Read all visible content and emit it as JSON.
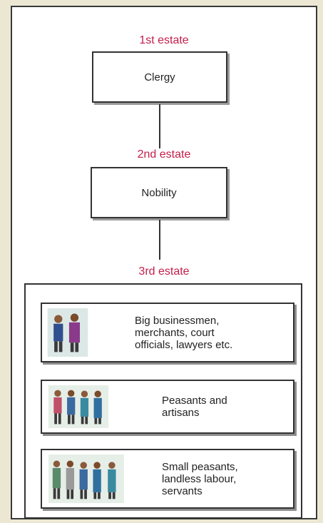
{
  "estates": [
    {
      "label": "1st estate",
      "box": "Clergy"
    },
    {
      "label": "2nd estate",
      "box": "Nobility"
    }
  ],
  "third_estate": {
    "label": "3rd estate",
    "groups": [
      {
        "icon": "people-figures-icon",
        "lines": [
          "Big businessmen,",
          "merchants, court",
          "officials, lawyers etc."
        ]
      },
      {
        "icon": "people-figures-icon",
        "lines": [
          "Peasants and",
          "artisans"
        ]
      },
      {
        "icon": "people-figures-icon",
        "lines": [
          "Small peasants,",
          "landless labour,",
          "servants"
        ]
      }
    ]
  },
  "colors": {
    "label": "#c41e4a",
    "border": "#333333",
    "background": "#ece7d3"
  }
}
